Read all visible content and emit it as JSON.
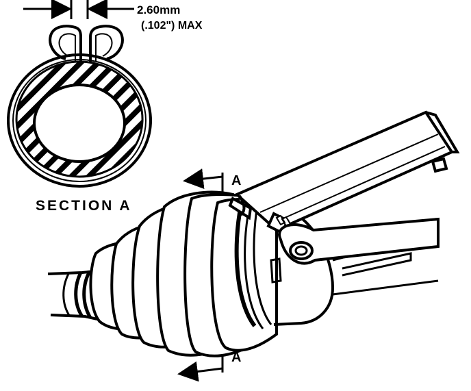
{
  "dimension": {
    "metric": "2.60mm",
    "imperial": "(.102\") MAX"
  },
  "section_label": "SECTION A",
  "section_marker_top": "A",
  "section_marker_bottom": "A",
  "colors": {
    "ink": "#000000",
    "paper": "#ffffff"
  }
}
